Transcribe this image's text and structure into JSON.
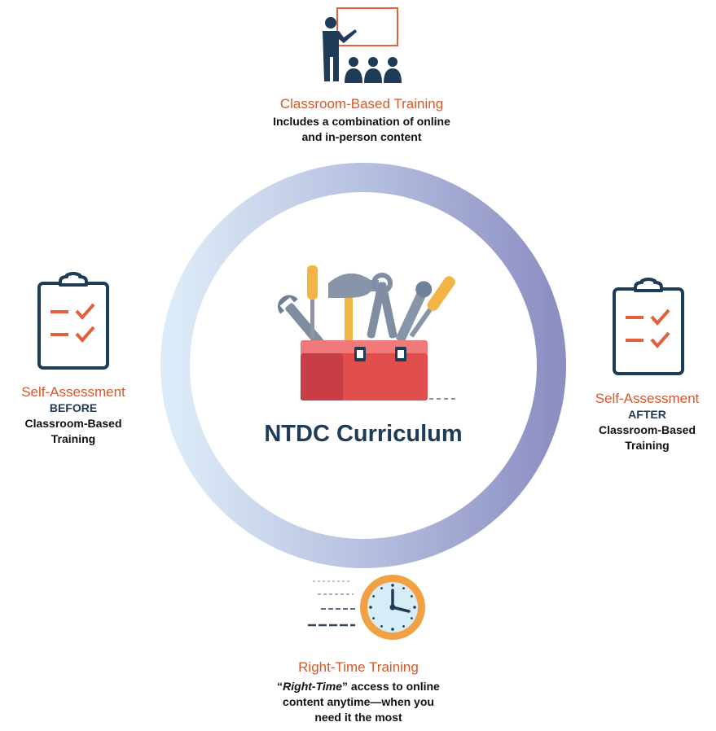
{
  "colors": {
    "accent_orange": "#D4572A",
    "navy": "#1E3B57",
    "ring_start": "#DCEBF8",
    "ring_end": "#8D8FC3",
    "toolbox_red": "#E24E4E"
  },
  "center": {
    "label": "NTDC Curriculum",
    "icon": "toolbox-icon"
  },
  "top": {
    "icon": "teacher-classroom-icon",
    "title": "Classroom-Based Training",
    "line1": "Includes a combination of online",
    "line2": "and in-person content"
  },
  "left": {
    "icon": "checklist-clipboard-icon",
    "title": "Self-Assessment",
    "qualifier": "BEFORE",
    "line1": "Classroom-Based",
    "line2": "Training"
  },
  "right": {
    "icon": "checklist-clipboard-icon",
    "title": "Self-Assessment",
    "qualifier": "AFTER",
    "line1": "Classroom-Based",
    "line2": "Training"
  },
  "bottom": {
    "icon": "clock-icon",
    "title": "Right-Time Training",
    "quote_open": "“",
    "quote_italic": "Right-Time",
    "line1_rest": "” access to online",
    "line2": "content anytime—when you",
    "line3": "need it the most"
  }
}
